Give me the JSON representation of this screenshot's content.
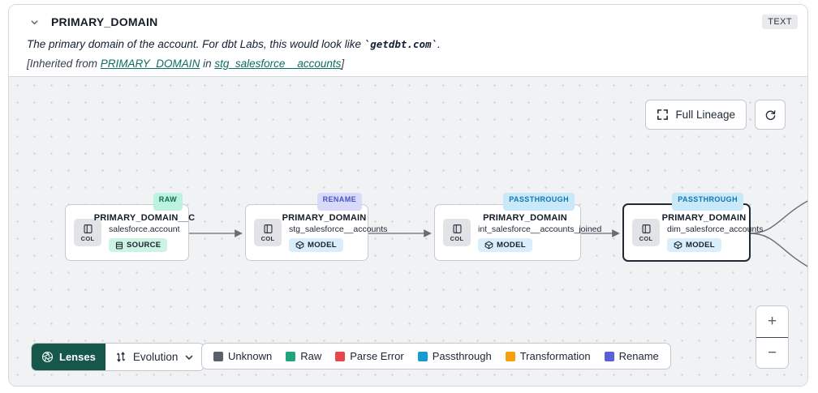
{
  "header": {
    "title": "PRIMARY_DOMAIN",
    "type_badge": "TEXT",
    "description": {
      "prefix": "The primary domain of the account. For dbt Labs, this would look like ",
      "code": "`getdbt.com`",
      "suffix": "."
    },
    "inherited": {
      "open": "[Inherited from ",
      "column_link": "PRIMARY_DOMAIN",
      "middle": " in ",
      "model_link": "stg_salesforce__accounts",
      "close": "]"
    }
  },
  "toolbar": {
    "full_lineage_label": "Full Lineage",
    "refresh_icon": "refresh-icon",
    "fullscreen_icon": "fullscreen-corners-icon"
  },
  "col_label": "COL",
  "nodes": [
    {
      "badge": "RAW",
      "title": "PRIMARY_DOMAIN__C",
      "subtitle": "salesforce.account",
      "type": "SOURCE"
    },
    {
      "badge": "RENAME",
      "title": "PRIMARY_DOMAIN",
      "subtitle": "stg_salesforce__accounts",
      "type": "MODEL"
    },
    {
      "badge": "PASSTHROUGH",
      "title": "PRIMARY_DOMAIN",
      "subtitle": "int_salesforce__accounts_joined",
      "type": "MODEL"
    },
    {
      "badge": "PASSTHROUGH",
      "title": "PRIMARY_DOMAIN",
      "subtitle": "dim_salesforce_accounts",
      "type": "MODEL"
    }
  ],
  "lenses": {
    "label": "Lenses",
    "selected_lens": "Evolution",
    "button_color": "#15584b"
  },
  "legend": [
    {
      "label": "Unknown",
      "color": "#5a6069"
    },
    {
      "label": "Raw",
      "color": "#21a47e"
    },
    {
      "label": "Parse Error",
      "color": "#e5484d"
    },
    {
      "label": "Passthrough",
      "color": "#149bd1"
    },
    {
      "label": "Transformation",
      "color": "#f2a20d"
    },
    {
      "label": "Rename",
      "color": "#5a5fd8"
    }
  ],
  "zoom_controls": {
    "zoom_in": "+",
    "zoom_out": "−"
  },
  "badge_colors": {
    "raw_bg": "#bdf2de",
    "raw_text": "#0f6a55",
    "rename_bg": "#d8dafa",
    "rename_text": "#4a50c8",
    "passthrough_bg": "#c9e8fa",
    "passthrough_text": "#1576ae"
  },
  "link_color": "#0c6e60"
}
